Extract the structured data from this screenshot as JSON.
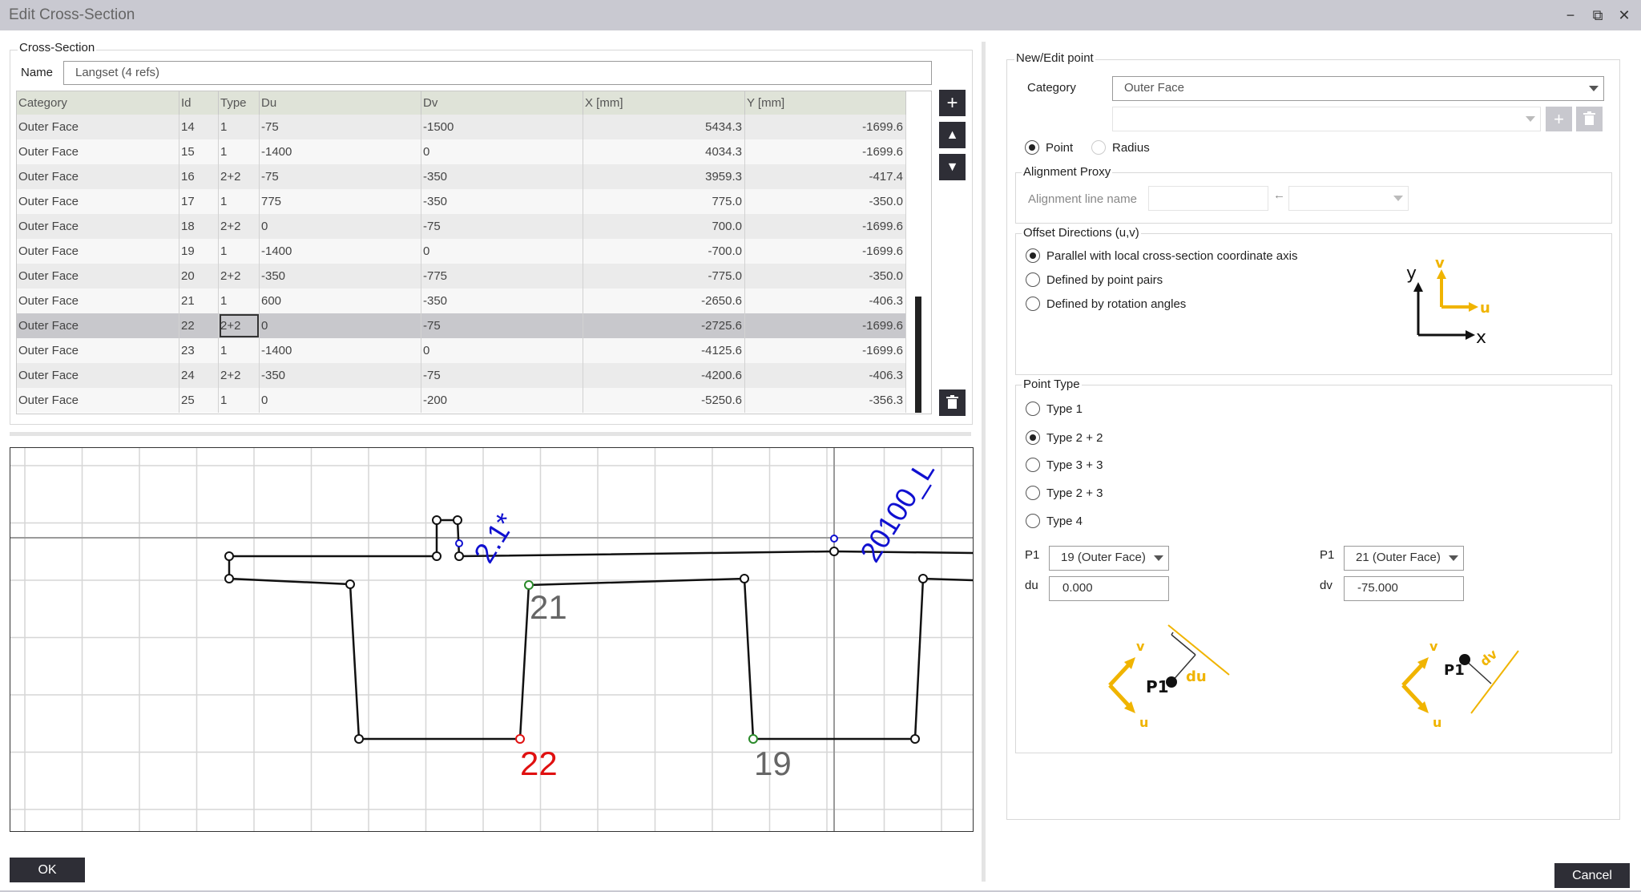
{
  "window": {
    "title": "Edit Cross-Section",
    "minimize": "−",
    "restore": "⧉",
    "close": "✕"
  },
  "cross_section": {
    "group_label": "Cross-Section",
    "name_label": "Name",
    "name_value": "Langset (4 refs)",
    "columns": [
      "Category",
      "Id",
      "Type",
      "Du",
      "Dv",
      "X [mm]",
      "Y [mm]"
    ],
    "rows": [
      {
        "category": "Outer Face",
        "id": "14",
        "type": "1",
        "du": "-75",
        "dv": "-1500",
        "x": "5434.3",
        "y": "-1699.6"
      },
      {
        "category": "Outer Face",
        "id": "15",
        "type": "1",
        "du": "-1400",
        "dv": "0",
        "x": "4034.3",
        "y": "-1699.6"
      },
      {
        "category": "Outer Face",
        "id": "16",
        "type": "2+2",
        "du": "-75",
        "dv": "-350",
        "x": "3959.3",
        "y": "-417.4"
      },
      {
        "category": "Outer Face",
        "id": "17",
        "type": "1",
        "du": "775",
        "dv": "-350",
        "x": "775.0",
        "y": "-350.0"
      },
      {
        "category": "Outer Face",
        "id": "18",
        "type": "2+2",
        "du": "0",
        "dv": "-75",
        "x": "700.0",
        "y": "-1699.6"
      },
      {
        "category": "Outer Face",
        "id": "19",
        "type": "1",
        "du": "-1400",
        "dv": "0",
        "x": "-700.0",
        "y": "-1699.6"
      },
      {
        "category": "Outer Face",
        "id": "20",
        "type": "2+2",
        "du": "-350",
        "dv": "-775",
        "x": "-775.0",
        "y": "-350.0"
      },
      {
        "category": "Outer Face",
        "id": "21",
        "type": "1",
        "du": "600",
        "dv": "-350",
        "x": "-2650.6",
        "y": "-406.3"
      },
      {
        "category": "Outer Face",
        "id": "22",
        "type": "2+2",
        "du": "0",
        "dv": "-75",
        "x": "-2725.6",
        "y": "-1699.6"
      },
      {
        "category": "Outer Face",
        "id": "23",
        "type": "1",
        "du": "-1400",
        "dv": "0",
        "x": "-4125.6",
        "y": "-1699.6"
      },
      {
        "category": "Outer Face",
        "id": "24",
        "type": "2+2",
        "du": "-350",
        "dv": "-75",
        "x": "-4200.6",
        "y": "-406.3"
      },
      {
        "category": "Outer Face",
        "id": "25",
        "type": "1",
        "du": "0",
        "dv": "-200",
        "x": "-5250.6",
        "y": "-356.3"
      }
    ],
    "selected_row_id": "22",
    "buttons": {
      "add": "+",
      "up": "▲",
      "down": "▼",
      "delete": "🗑"
    }
  },
  "canvas": {
    "point_labels": {
      "p21": "21",
      "p22": "22",
      "p19": "19"
    },
    "annotations": {
      "a1": "2.1*",
      "a2": "20100_L"
    },
    "colors": {
      "selected": "#e01010",
      "reference": "#2a8a2a",
      "alignment": "#1010d0",
      "line": "#111111",
      "grid": "#d6d6d6"
    }
  },
  "edit_point": {
    "group_label": "New/Edit point",
    "category_label": "Category",
    "category_value": "Outer Face",
    "sub_value": "",
    "point_label": "Point",
    "radius_label": "Radius",
    "proxy_label": "Alignment Proxy",
    "proxy_line_label": "Alignment line name",
    "proxy_arrow": "←",
    "offset_label": "Offset Directions (u,v)",
    "offset_options": [
      "Parallel with local cross-section coordinate axis",
      "Defined by point pairs",
      "Defined by rotation angles"
    ],
    "axis_labels": {
      "y": "y",
      "x": "x",
      "u": "u",
      "v": "v"
    },
    "type_label": "Point Type",
    "type_options": [
      "Type 1",
      "Type 2 + 2",
      "Type 3 + 3",
      "Type 2 + 3",
      "Type 4"
    ],
    "left_p1_label": "P1",
    "left_p1_value": "19 (Outer Face)",
    "du_label": "du",
    "du_value": "0.000",
    "right_p1_label": "P1",
    "right_p1_value": "21 (Outer Face)",
    "dv_label": "dv",
    "dv_value": "-75.000",
    "diagram_labels": {
      "p1": "P1",
      "du": "du",
      "dv": "dv",
      "u": "u",
      "v": "v"
    },
    "accent": "#f0b400"
  },
  "footer": {
    "ok": "OK",
    "cancel": "Cancel"
  }
}
